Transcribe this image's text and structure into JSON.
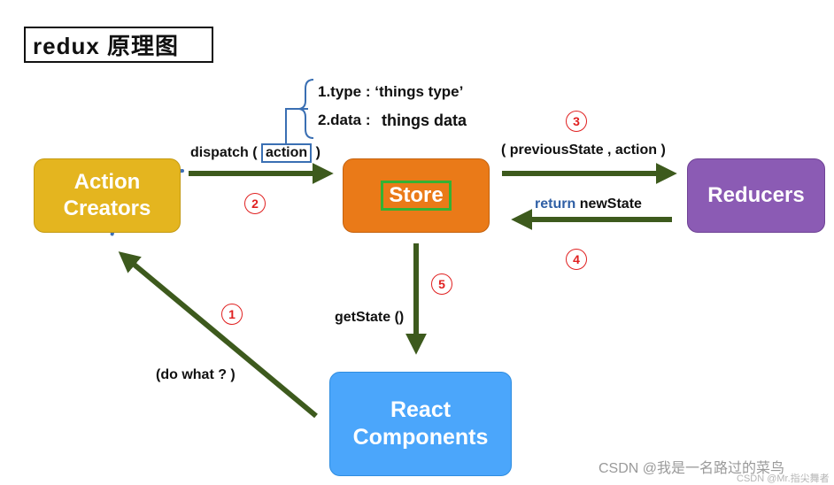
{
  "title": "redux 原理图",
  "nodes": {
    "action_creators": [
      "Action",
      "Creators"
    ],
    "store": "Store",
    "reducers": "Reducers",
    "react_components": [
      "React",
      "Components"
    ]
  },
  "action_shape": {
    "type_line": "1.type : ‘things type’",
    "data_label": "2.data :",
    "data_value": "things data"
  },
  "edges": {
    "dispatch_prefix": "dispatch (",
    "dispatch_action": "action",
    "dispatch_suffix": ")",
    "previous_state": "( previousState , action )",
    "return_keyword": "return",
    "return_value": "newState",
    "get_state": "getState ()",
    "do_what": "(do what ? )"
  },
  "steps": [
    "1",
    "2",
    "3",
    "4",
    "5"
  ],
  "watermark": {
    "main": "CSDN @我是一名路过的菜鸟",
    "faint": "CSDN @Mr.指尖舞者"
  },
  "colors": {
    "arrow": "#3d5a1d",
    "action_creators": "#e4b51f",
    "store": "#ea7a18",
    "reducers": "#8b5bb4",
    "react_components": "#4ba6fb",
    "step_circle": "#e02020",
    "store_highlight": "#34b233",
    "action_highlight": "#3a6fb3"
  }
}
